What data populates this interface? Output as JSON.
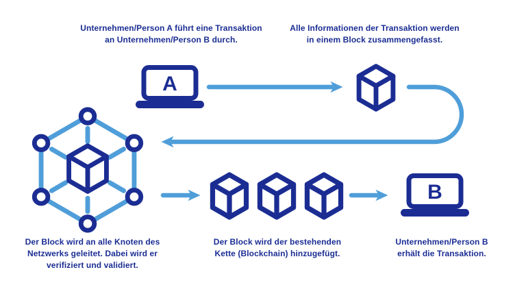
{
  "title": "Blockchain transaction flow diagram",
  "colors": {
    "navy": "#1b2d93",
    "light-blue": "#4f9ed9",
    "bg": "#ffffff"
  },
  "captions": {
    "top_left": {
      "lines": [
        "Unternehmen/Person A führt eine Transaktion",
        "an Unternehmen/Person B durch."
      ]
    },
    "top_right": {
      "lines": [
        "Alle Informationen der Transaktion werden",
        "in einem Block zusammengefasst."
      ]
    },
    "bottom_left": {
      "lines": [
        "Der Block wird an alle Knoten des",
        "Netzwerks geleitet. Dabei wird er",
        "verifiziert und validiert."
      ]
    },
    "bottom_center": {
      "lines": [
        "Der Block wird der bestehenden",
        "Kette (Blockchain) hinzugefügt."
      ]
    },
    "bottom_right": {
      "lines": [
        "Unternehmen/Person B",
        "erhält die Transaktion."
      ]
    }
  },
  "icons": {
    "laptop_a": {
      "name": "laptop-a-icon",
      "label": "A"
    },
    "block": {
      "name": "cube-block-icon"
    },
    "network": {
      "name": "network-nodes-icon"
    },
    "chain": {
      "name": "three-cubes-blockchain-icon"
    },
    "laptop_b": {
      "name": "laptop-b-icon",
      "label": "B"
    }
  }
}
